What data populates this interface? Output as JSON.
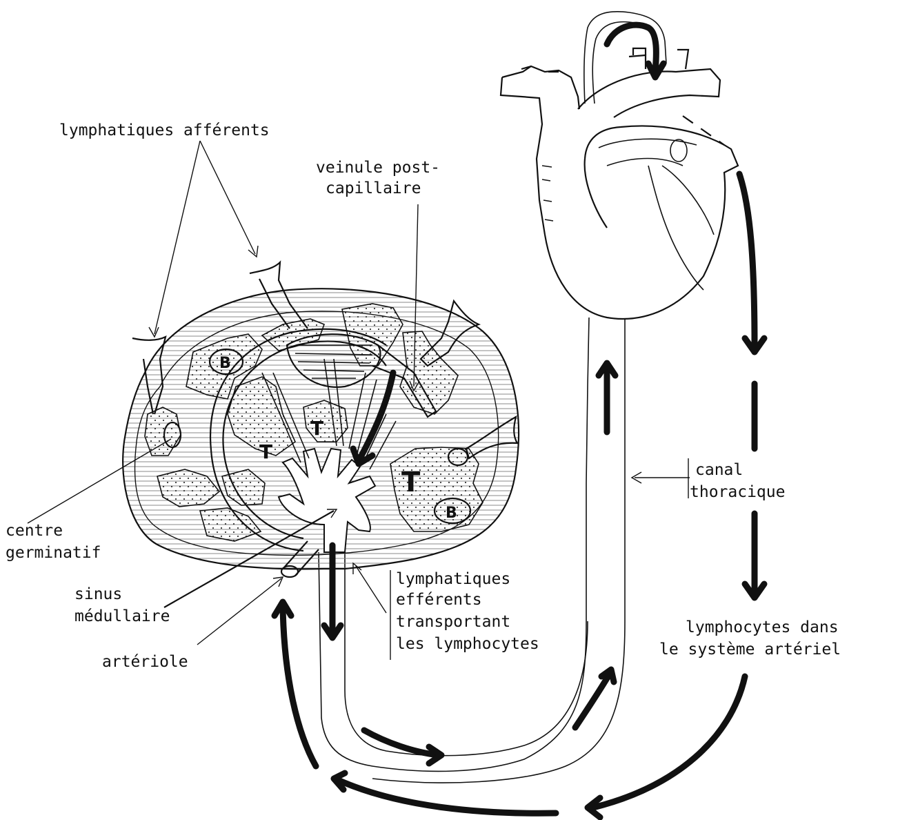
{
  "labels": {
    "lymphatiques_afferents": "lymphatiques afférents",
    "veinule_line1": "veinule post-",
    "veinule_line2": "capillaire",
    "canal_line1": "canal",
    "canal_line2": "thoracique",
    "centre_line1": "centre",
    "centre_line2": "germinatif",
    "sinus_line1": "sinus",
    "sinus_line2": "médullaire",
    "arteriole": "artériole",
    "efferents_line1": "lymphatiques",
    "efferents_line2": "efférents",
    "efferents_line3": "transportant",
    "efferents_line4": "les lymphocytes",
    "arteriel_line1": "lymphocytes dans",
    "arteriel_line2": "le système artériel"
  },
  "cells": {
    "b": "B",
    "t": "T"
  },
  "colors": {
    "ink": "#111111",
    "background": "#ffffff"
  }
}
